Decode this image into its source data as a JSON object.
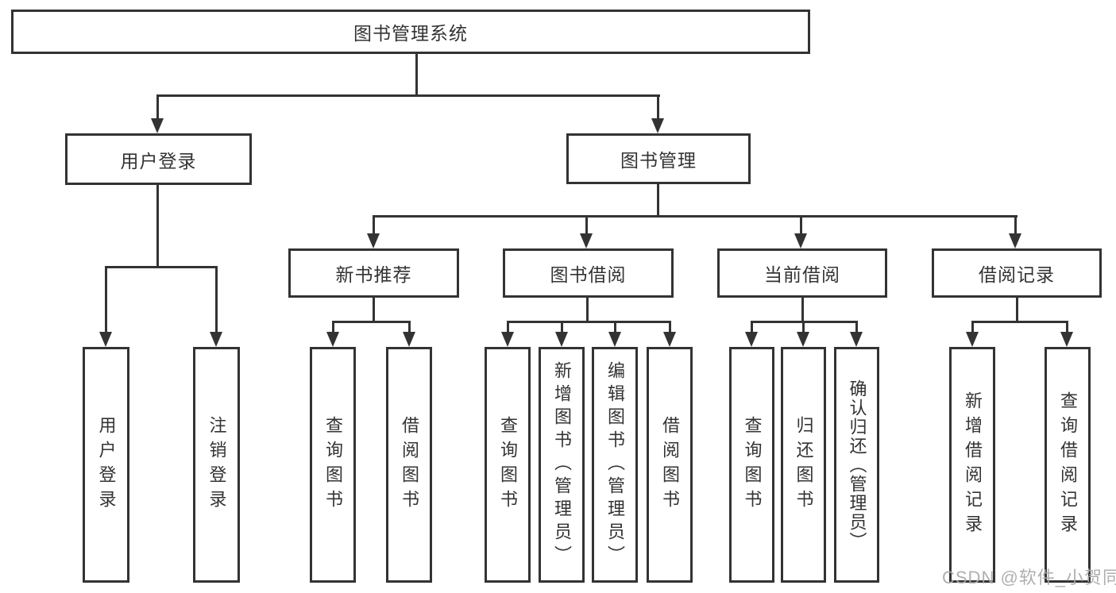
{
  "tree": {
    "label": "图书管理系统",
    "children": [
      {
        "label": "用户登录",
        "children": [
          {
            "label": "用户登录"
          },
          {
            "label": "注销登录"
          }
        ]
      },
      {
        "label": "图书管理",
        "children": [
          {
            "label": "新书推荐",
            "children": [
              {
                "label": "查询图书"
              },
              {
                "label": "借阅图书"
              }
            ]
          },
          {
            "label": "图书借阅",
            "children": [
              {
                "label": "查询图书"
              },
              {
                "label": "新增图书（管理员）"
              },
              {
                "label": "编辑图书（管理员）"
              },
              {
                "label": "借阅图书"
              }
            ]
          },
          {
            "label": "当前借阅",
            "children": [
              {
                "label": "查询图书"
              },
              {
                "label": "归还图书"
              },
              {
                "label": "确认归还（管理员）"
              }
            ]
          },
          {
            "label": "借阅记录",
            "children": [
              {
                "label": "新增借阅记录"
              },
              {
                "label": "查询借阅记录"
              }
            ]
          }
        ]
      }
    ]
  },
  "watermark": {
    "text": "CSDN @软件_小贺同学"
  },
  "colors": {
    "line": "#333333",
    "node_border": "#333333",
    "node_text": "#333333",
    "background": "#ffffff",
    "watermark": "#a9a9a9"
  }
}
